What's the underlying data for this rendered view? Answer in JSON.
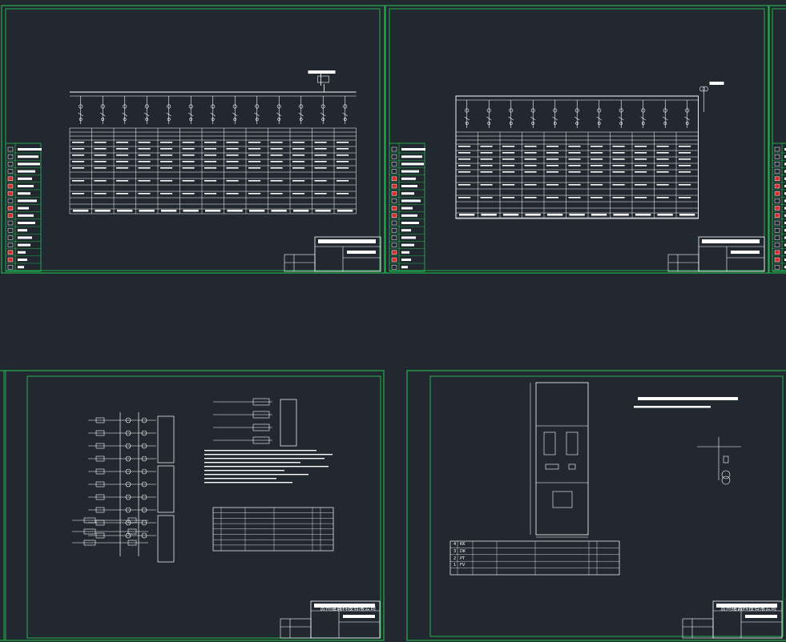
{
  "drawing": {
    "sheet_top_left": {
      "title_block_company": "",
      "title_block_name": ""
    },
    "sheet_top_right": {
      "title_block_company": "",
      "title_block_name": ""
    },
    "sheet_bottom_left": {
      "title_block_company": "贵州维诚科技有限公司"
    },
    "sheet_bottom_right": {
      "title_block_company": "贵州维诚科技有限公司",
      "cabinet_table_rows": [
        {
          "no": "4",
          "code": "KK"
        },
        {
          "no": "3",
          "code": "DK"
        },
        {
          "no": "2",
          "code": "PT"
        },
        {
          "no": "1",
          "code": "FV"
        }
      ]
    }
  },
  "colors": {
    "background": "#212830",
    "frame": "#22b14c",
    "lines": "#ffffff",
    "accent_red": "#d42b2b"
  }
}
